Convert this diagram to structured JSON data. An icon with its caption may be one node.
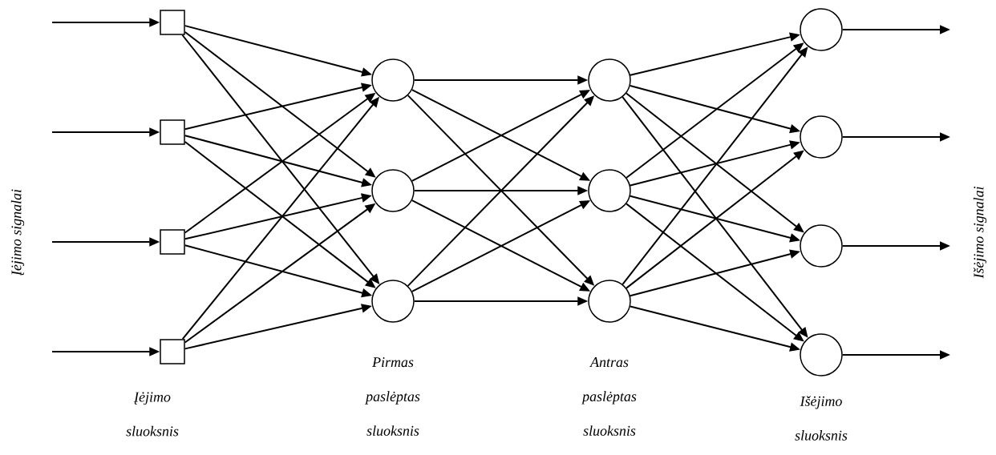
{
  "diagram": {
    "nodes": [
      {
        "text": [],
        "shape": "box"
      },
      {
        "text": [],
        "shape": "box"
      },
      {
        "text": [],
        "shape": "box"
      },
      {
        "text": [],
        "shape": "box"
      },
      {
        "text": [],
        "shape": "circle"
      },
      {
        "text": [],
        "shape": "circle"
      },
      {
        "text": [],
        "shape": "circle"
      },
      {
        "text": [],
        "shape": "circle"
      },
      {
        "text": [],
        "shape": "circle"
      },
      {
        "text": [],
        "shape": "circle"
      },
      {
        "text": [],
        "shape": "circle"
      },
      {
        "text": [],
        "shape": "circle"
      },
      {
        "text": [],
        "shape": "circle"
      },
      {
        "text": [],
        "shape": "circle"
      }
    ],
    "edges": [
      {
        "from": null,
        "to": 0,
        "arrow": "to"
      },
      {
        "from": null,
        "to": 1,
        "arrow": "to"
      },
      {
        "from": null,
        "to": 2,
        "arrow": "to"
      },
      {
        "from": null,
        "to": 3,
        "arrow": "to"
      },
      {
        "from": 0,
        "to": 4,
        "arrow": "to"
      },
      {
        "from": 0,
        "to": 5,
        "arrow": "to"
      },
      {
        "from": 0,
        "to": 6,
        "arrow": "to"
      },
      {
        "from": 1,
        "to": 4,
        "arrow": "to"
      },
      {
        "from": 1,
        "to": 5,
        "arrow": "to"
      },
      {
        "from": 1,
        "to": 6,
        "arrow": "to"
      },
      {
        "from": 2,
        "to": 4,
        "arrow": "to"
      },
      {
        "from": 2,
        "to": 5,
        "arrow": "to"
      },
      {
        "from": 2,
        "to": 6,
        "arrow": "to"
      },
      {
        "from": 3,
        "to": 4,
        "arrow": "to"
      },
      {
        "from": 3,
        "to": 5,
        "arrow": "to"
      },
      {
        "from": 3,
        "to": 6,
        "arrow": "to"
      },
      {
        "from": 4,
        "to": 7,
        "arrow": "to"
      },
      {
        "from": 4,
        "to": 8,
        "arrow": "to"
      },
      {
        "from": 4,
        "to": 9,
        "arrow": "to"
      },
      {
        "from": 5,
        "to": 7,
        "arrow": "to"
      },
      {
        "from": 5,
        "to": 8,
        "arrow": "to"
      },
      {
        "from": 5,
        "to": 9,
        "arrow": "to"
      },
      {
        "from": 6,
        "to": 7,
        "arrow": "to"
      },
      {
        "from": 6,
        "to": 8,
        "arrow": "to"
      },
      {
        "from": 6,
        "to": 9,
        "arrow": "to"
      },
      {
        "from": 7,
        "to": 10,
        "arrow": "to"
      },
      {
        "from": 7,
        "to": 11,
        "arrow": "to"
      },
      {
        "from": 7,
        "to": 12,
        "arrow": "to"
      },
      {
        "from": 7,
        "to": 13,
        "arrow": "to"
      },
      {
        "from": 8,
        "to": 10,
        "arrow": "to"
      },
      {
        "from": 8,
        "to": 11,
        "arrow": "to"
      },
      {
        "from": 8,
        "to": 12,
        "arrow": "to"
      },
      {
        "from": 8,
        "to": 13,
        "arrow": "to"
      },
      {
        "from": 9,
        "to": 10,
        "arrow": "to"
      },
      {
        "from": 9,
        "to": 11,
        "arrow": "to"
      },
      {
        "from": 9,
        "to": 12,
        "arrow": "to"
      },
      {
        "from": 9,
        "to": 13,
        "arrow": "to"
      },
      {
        "from": 10,
        "to": null,
        "arrow": "to"
      },
      {
        "from": 11,
        "to": null,
        "arrow": "to"
      },
      {
        "from": 12,
        "to": null,
        "arrow": "to"
      },
      {
        "from": 13,
        "to": null,
        "arrow": "to"
      }
    ],
    "labels": [
      "Įėjimo signalai",
      "Pirmas paslėptas sluoksnis",
      "Antras paslėptas sluoksnis",
      "Įėjimo sluoksnis",
      "Išėjimo sluoksnis",
      "Išėjimo signalai"
    ]
  }
}
